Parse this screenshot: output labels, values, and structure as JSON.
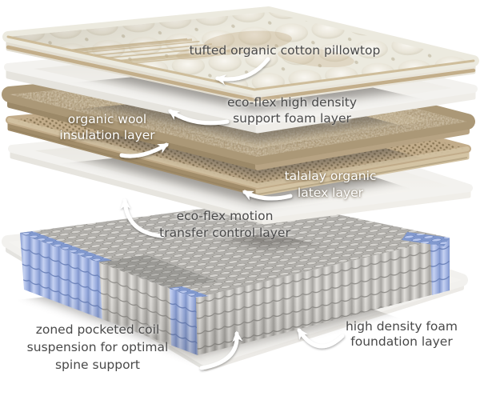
{
  "diagram": {
    "type": "exploded-mattress-layer-diagram",
    "background": "#ffffff",
    "layers": [
      {
        "id": "pillowtop",
        "label": "tufted organic cotton pillowtop",
        "color": "#f0ede4"
      },
      {
        "id": "support-foam",
        "label": "eco-flex high density support foam layer",
        "color": "#f6f5f2"
      },
      {
        "id": "wool",
        "label": "organic wool insulation layer",
        "color": "#b3a083"
      },
      {
        "id": "latex",
        "label": "talalay organic latex layer",
        "color": "#c2ac8a"
      },
      {
        "id": "motion-foam",
        "label": "eco-flex motion transfer control layer",
        "color": "#f6f5f2"
      },
      {
        "id": "coils",
        "label": "zoned pocketed coil suspension for optimal spine support",
        "color": "#8ea5d9"
      },
      {
        "id": "foundation",
        "label": "high density foam foundation layer",
        "color": "#f1f0ed"
      }
    ]
  },
  "labels": {
    "pillowtop": {
      "line1": "tufted organic cotton pillowtop"
    },
    "foam": {
      "line1": "eco-flex high density",
      "line2": "support foam layer"
    },
    "wool": {
      "line1": "organic wool",
      "line2": "insulation layer"
    },
    "latex": {
      "line1": "talalay organic",
      "line2": "latex layer"
    },
    "motion": {
      "line1": "eco-flex motion",
      "line2": "transfer control layer"
    },
    "coils": {
      "line1": "zoned pocketed coil",
      "line2": "suspension for optimal",
      "line3": "spine support"
    },
    "foundation": {
      "line1": "high density foam",
      "line2": "foundation layer"
    }
  },
  "colors": {
    "label_dark": "#494949",
    "label_light": "#ffffff",
    "arrow": "#ffffff",
    "coil_blue": "#8ea5d9",
    "coil_gray": "#b5b3b0",
    "wool_tan": "#b3a083",
    "latex_tan": "#c2ac8a",
    "trim_tan": "#c6b28c"
  }
}
